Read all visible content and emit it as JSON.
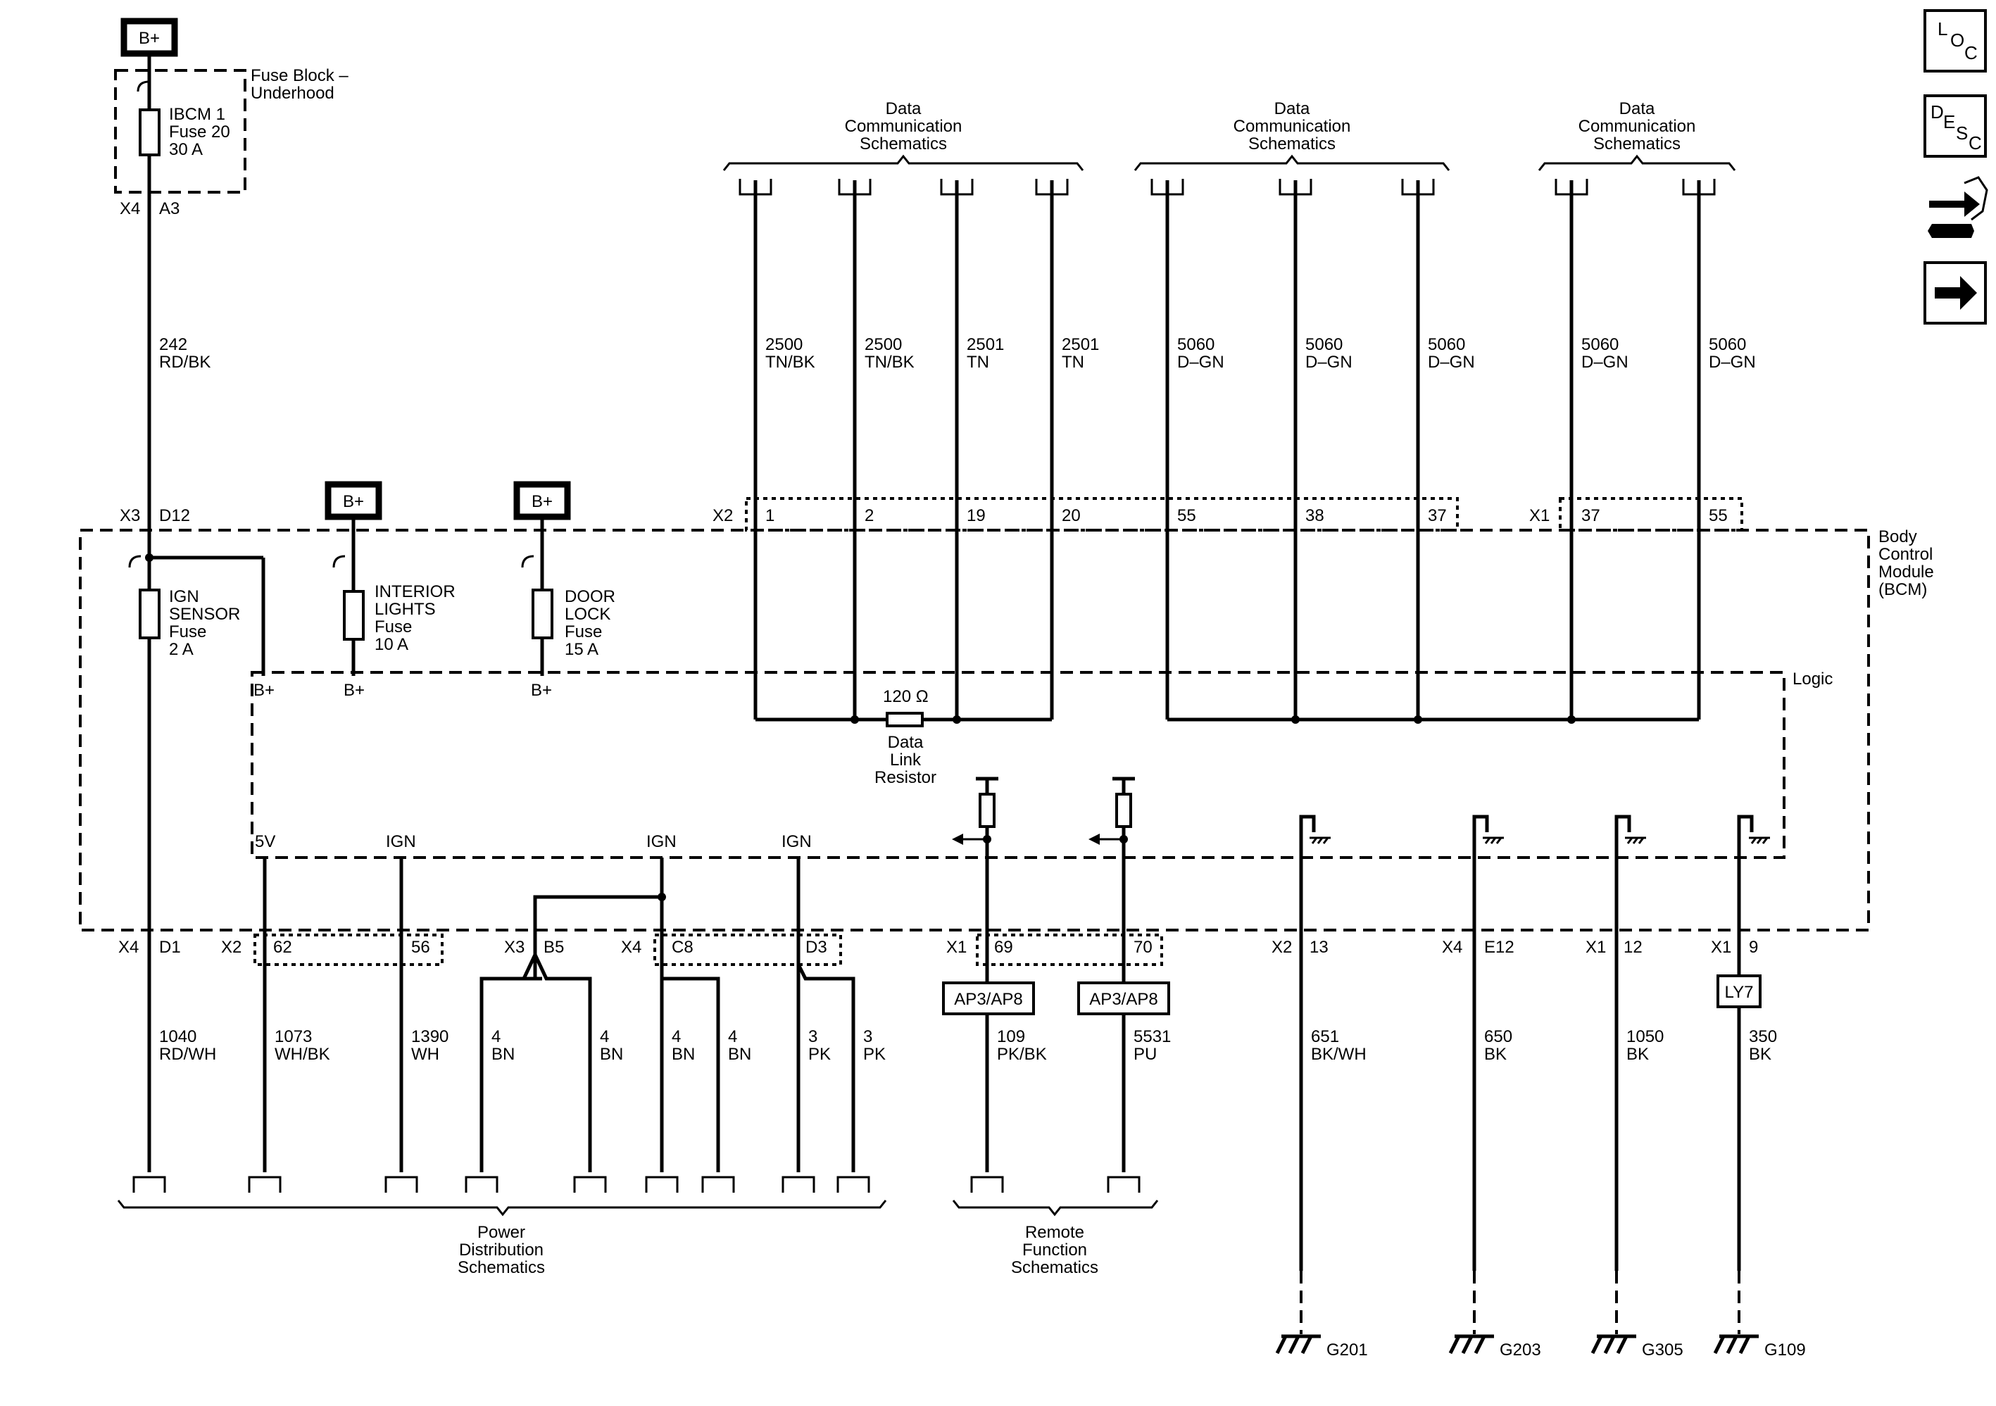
{
  "fuse_block": {
    "label_line1": "Fuse Block –",
    "label_line2": "Underhood",
    "connector": "X4",
    "pin": "A3"
  },
  "ibcm_fuse": {
    "line1": "IBCM 1",
    "line2": "Fuse 20",
    "line3": "30 A"
  },
  "battery_label": "B+",
  "main_feed": {
    "circuit": "242",
    "color": "RD/BK",
    "connector": "X3",
    "pin": "D12"
  },
  "bcm": {
    "line1": "Body",
    "line2": "Control",
    "line3": "Module",
    "line4": "(BCM)",
    "logic_label": "Logic"
  },
  "fuses": [
    {
      "line1": "IGN",
      "line2": "SENSOR",
      "line3": "Fuse",
      "line4": "2 A",
      "output": "B+"
    },
    {
      "line1": "INTERIOR",
      "line2": "LIGHTS",
      "line3": "Fuse",
      "line4": "10 A",
      "output": "B+"
    },
    {
      "line1": "DOOR",
      "line2": "LOCK",
      "line3": "Fuse",
      "line4": "15 A",
      "output": "B+"
    }
  ],
  "data_comm": {
    "line1": "Data",
    "line2": "Communication",
    "line3": "Schematics"
  },
  "top_connectors": [
    "X2",
    "X1"
  ],
  "top_wires": [
    {
      "circuit": "2500",
      "color": "TN/BK",
      "pin": "1"
    },
    {
      "circuit": "2500",
      "color": "TN/BK",
      "pin": "2"
    },
    {
      "circuit": "2501",
      "color": "TN",
      "pin": "19"
    },
    {
      "circuit": "2501",
      "color": "TN",
      "pin": "20"
    },
    {
      "circuit": "5060",
      "color": "D–GN",
      "pin": "55"
    },
    {
      "circuit": "5060",
      "color": "D–GN",
      "pin": "38"
    },
    {
      "circuit": "5060",
      "color": "D–GN",
      "pin": "37"
    },
    {
      "circuit": "5060",
      "color": "D–GN",
      "pin": "37"
    },
    {
      "circuit": "5060",
      "color": "D–GN",
      "pin": "55"
    }
  ],
  "resistor": {
    "value": "120 Ω",
    "line1": "Data",
    "line2": "Link",
    "line3": "Resistor"
  },
  "logic_outputs": [
    "5V",
    "IGN",
    "IGN",
    "IGN"
  ],
  "bottom_connectors": [
    "X4",
    "X2",
    "X3",
    "X4",
    "X1",
    "X2",
    "X4",
    "X1",
    "X1"
  ],
  "bottom_pins": [
    "D1",
    "62",
    "56",
    "B5",
    "C8",
    "D3",
    "69",
    "70",
    "13",
    "E12",
    "12",
    "9"
  ],
  "bottom_wires": [
    {
      "circuit": "1040",
      "color": "RD/WH"
    },
    {
      "circuit": "1073",
      "color": "WH/BK"
    },
    {
      "circuit": "1390",
      "color": "WH"
    },
    {
      "circuit": "4",
      "color": "BN"
    },
    {
      "circuit": "4",
      "color": "BN"
    },
    {
      "circuit": "4",
      "color": "BN"
    },
    {
      "circuit": "4",
      "color": "BN"
    },
    {
      "circuit": "3",
      "color": "PK"
    },
    {
      "circuit": "3",
      "color": "PK"
    },
    {
      "circuit": "109",
      "color": "PK/BK"
    },
    {
      "circuit": "5531",
      "color": "PU"
    },
    {
      "circuit": "651",
      "color": "BK/WH"
    },
    {
      "circuit": "650",
      "color": "BK"
    },
    {
      "circuit": "1050",
      "color": "BK"
    },
    {
      "circuit": "350",
      "color": "BK"
    }
  ],
  "option_boxes": [
    "AP3/AP8",
    "AP3/AP8",
    "LY7"
  ],
  "power_dist": {
    "line1": "Power",
    "line2": "Distribution",
    "line3": "Schematics"
  },
  "remote_func": {
    "line1": "Remote",
    "line2": "Function",
    "line3": "Schematics"
  },
  "grounds": [
    "G201",
    "G203",
    "G305",
    "G109"
  ],
  "nav_icons": [
    "loc-icon",
    "desc-icon",
    "connector-repair-icon",
    "next-arrow-icon"
  ],
  "nav_text": {
    "loc": [
      "L",
      "O",
      "C"
    ],
    "desc": [
      "D",
      "E",
      "S",
      "C"
    ]
  }
}
